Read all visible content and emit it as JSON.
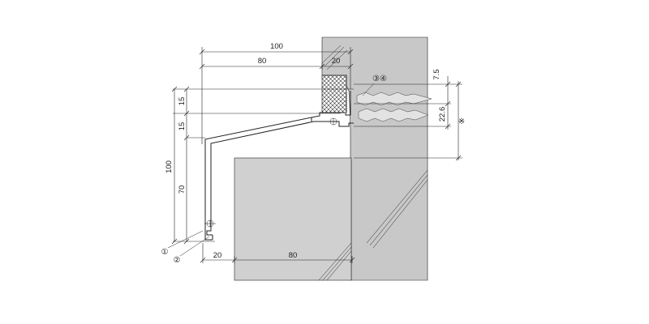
{
  "dimensions": {
    "top_total": "100",
    "top_left": "80",
    "top_right": "20",
    "left_a": "15",
    "left_b": "15",
    "left_total": "100",
    "left_c": "70",
    "right_a": "7.5",
    "right_b": "22.6",
    "right_note": "※",
    "bottom_left": "20",
    "bottom_right": "80"
  },
  "callouts": {
    "c1": "①",
    "c2": "②",
    "c34": "③④"
  },
  "colors": {
    "wall": "#c8c8c8",
    "panel": "#d0d0d0",
    "insulation": "#bdbdbd",
    "anchor": "#e2e2e2",
    "line": "#222222"
  }
}
